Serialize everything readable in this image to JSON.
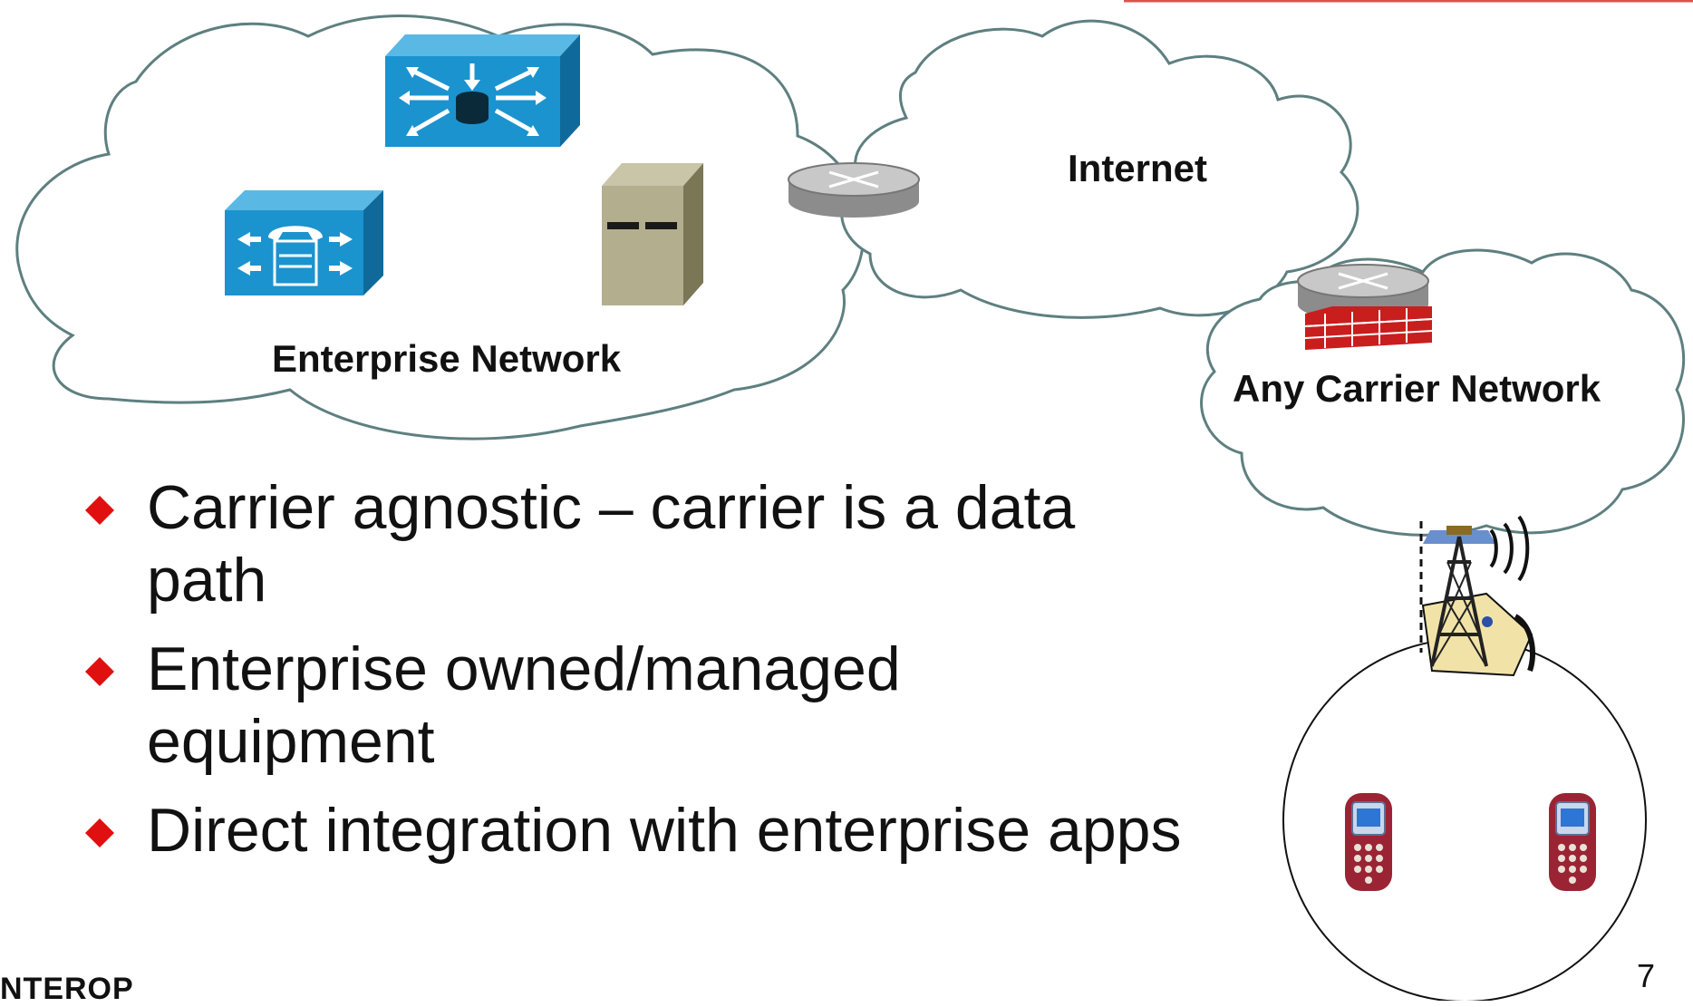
{
  "diagram": {
    "clouds": {
      "enterprise": "Enterprise Network",
      "internet": "Internet",
      "carrier": "Any Carrier Network"
    },
    "icons": [
      "layer3-switch-icon",
      "ip-phone-gateway-icon",
      "server-icon",
      "router-icon",
      "firewall-router-icon",
      "cell-tower-icon",
      "mobile-phone-icon",
      "mobile-phone-icon"
    ]
  },
  "bullets": [
    "Carrier agnostic – carrier is a data path",
    "Enterprise owned/managed equipment",
    "Direct integration with enterprise apps"
  ],
  "footer": {
    "logo": "NTEROP",
    "page_number": "7"
  },
  "colors": {
    "cloud_stroke": "#5e7f80",
    "device_blue": "#1b93cf",
    "bullet_red": "#e01010",
    "firewall_red": "#c81e1e"
  }
}
